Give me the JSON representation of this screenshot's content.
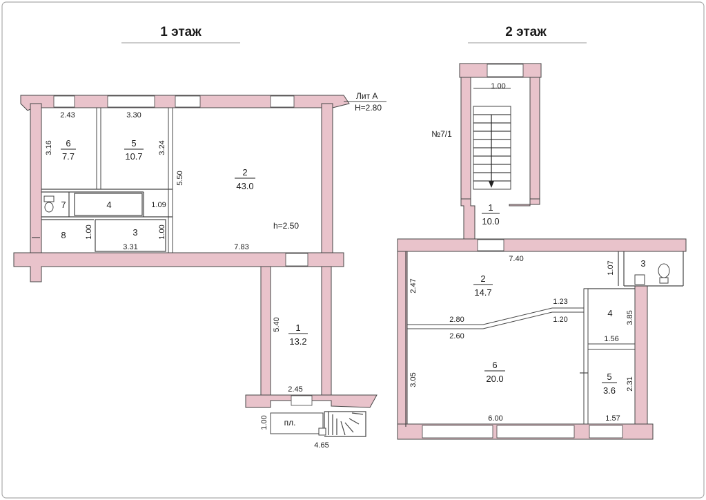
{
  "colors": {
    "wall": "#e9c3cb",
    "line": "#444444",
    "frame": "#aaaaaa"
  },
  "floor1": {
    "title": "1 этаж",
    "lit": "Лит А",
    "height_total": "Н=2.80",
    "height_room": "h=2.50",
    "landing": "пл.",
    "rooms": {
      "r1": {
        "num": "1",
        "area": "13.2"
      },
      "r2": {
        "num": "2",
        "area": "43.0"
      },
      "r3": {
        "num": "3"
      },
      "r4": {
        "num": "4"
      },
      "r5": {
        "num": "5",
        "area": "10.7"
      },
      "r6": {
        "num": "6",
        "area": "7.7"
      },
      "r7": {
        "num": "7"
      },
      "r8": {
        "num": "8"
      }
    },
    "dims": {
      "d243": "2.43",
      "d330": "3.30",
      "d316": "3.16",
      "d324": "3.24",
      "d550": "5.50",
      "d109": "1.09",
      "d100a": "1.00",
      "d100b": "1.00",
      "d331": "3.31",
      "d783": "7.83",
      "d540": "5.40",
      "d245": "2.45",
      "d100c": "1.00",
      "d465": "4.65"
    }
  },
  "floor2": {
    "title": "2 этаж",
    "number": "№7/1",
    "rooms": {
      "r1": {
        "num": "1",
        "area": "10.0"
      },
      "r2": {
        "num": "2",
        "area": "14.7"
      },
      "r3": {
        "num": "3"
      },
      "r4": {
        "num": "4"
      },
      "r5": {
        "num": "5",
        "area": "3.6"
      },
      "r6": {
        "num": "6",
        "area": "20.0"
      }
    },
    "dims": {
      "d100": "1.00",
      "d740": "7.40",
      "d107": "1.07",
      "d247": "2.47",
      "d123": "1.23",
      "d120": "1.20",
      "d280": "2.80",
      "d260": "2.60",
      "d385": "3.85",
      "d156": "1.56",
      "d305": "3.05",
      "d231": "2.31",
      "d600": "6.00",
      "d157": "1.57"
    }
  }
}
